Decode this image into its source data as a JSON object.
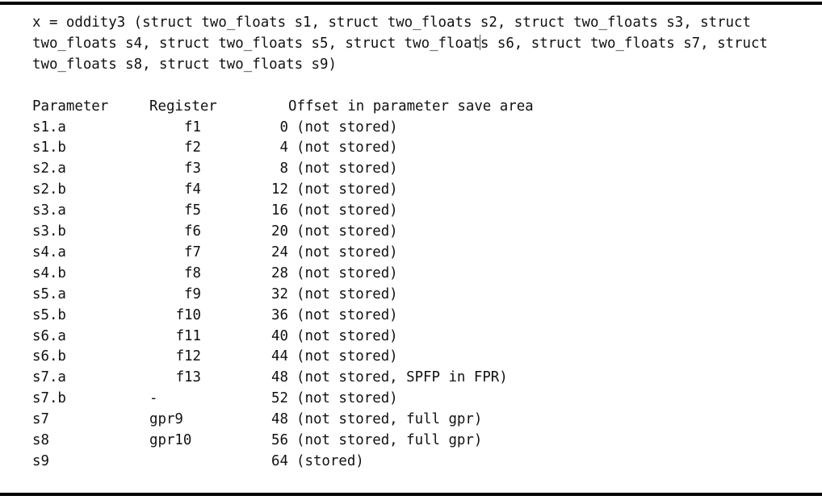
{
  "document": {
    "signature_lines": [
      "x = oddity3 (struct two_floats s1, struct two_floats s2, struct two_floats s3, struct",
      "two_floats s4, struct two_floats s5, struct two_float",
      "s s6, struct two_floats s7, struct",
      "two_floats s8, struct two_floats s9)"
    ],
    "caret_visible": true,
    "table": {
      "headers": {
        "parameter": "Parameter",
        "register": "Register",
        "offset": "Offset in parameter save area"
      },
      "rows": [
        {
          "parameter": "s1.a",
          "register": "f1",
          "reg_align": "right",
          "offset": "0",
          "note": "(not stored)"
        },
        {
          "parameter": "s1.b",
          "register": "f2",
          "reg_align": "right",
          "offset": "4",
          "note": "(not stored)"
        },
        {
          "parameter": "s2.a",
          "register": "f3",
          "reg_align": "right",
          "offset": "8",
          "note": "(not stored)"
        },
        {
          "parameter": "s2.b",
          "register": "f4",
          "reg_align": "right",
          "offset": "12",
          "note": "(not stored)"
        },
        {
          "parameter": "s3.a",
          "register": "f5",
          "reg_align": "right",
          "offset": "16",
          "note": "(not stored)"
        },
        {
          "parameter": "s3.b",
          "register": "f6",
          "reg_align": "right",
          "offset": "20",
          "note": "(not stored)"
        },
        {
          "parameter": "s4.a",
          "register": "f7",
          "reg_align": "right",
          "offset": "24",
          "note": "(not stored)"
        },
        {
          "parameter": "s4.b",
          "register": "f8",
          "reg_align": "right",
          "offset": "28",
          "note": "(not stored)"
        },
        {
          "parameter": "s5.a",
          "register": "f9",
          "reg_align": "right",
          "offset": "32",
          "note": "(not stored)"
        },
        {
          "parameter": "s5.b",
          "register": "f10",
          "reg_align": "right",
          "offset": "36",
          "note": "(not stored)"
        },
        {
          "parameter": "s6.a",
          "register": "f11",
          "reg_align": "right",
          "offset": "40",
          "note": "(not stored)"
        },
        {
          "parameter": "s6.b",
          "register": "f12",
          "reg_align": "right",
          "offset": "44",
          "note": "(not stored)"
        },
        {
          "parameter": "s7.a",
          "register": "f13",
          "reg_align": "right",
          "offset": "48",
          "note": "(not stored, SPFP in FPR)"
        },
        {
          "parameter": "s7.b",
          "register": "-",
          "reg_align": "left",
          "offset": "52",
          "note": "(not stored)"
        },
        {
          "parameter": "s7",
          "register": "gpr9",
          "reg_align": "left",
          "offset": "48",
          "note": "(not stored, full gpr)"
        },
        {
          "parameter": "s8",
          "register": "gpr10",
          "reg_align": "left",
          "offset": "56",
          "note": "(not stored, full gpr)"
        },
        {
          "parameter": "s9",
          "register": "",
          "reg_align": "left",
          "offset": "64",
          "note": "(stored)"
        }
      ]
    }
  },
  "style": {
    "text_color": "#111111",
    "rule_color": "#000000",
    "background": "#ffffff",
    "caret_color": "#4a4a4a"
  }
}
